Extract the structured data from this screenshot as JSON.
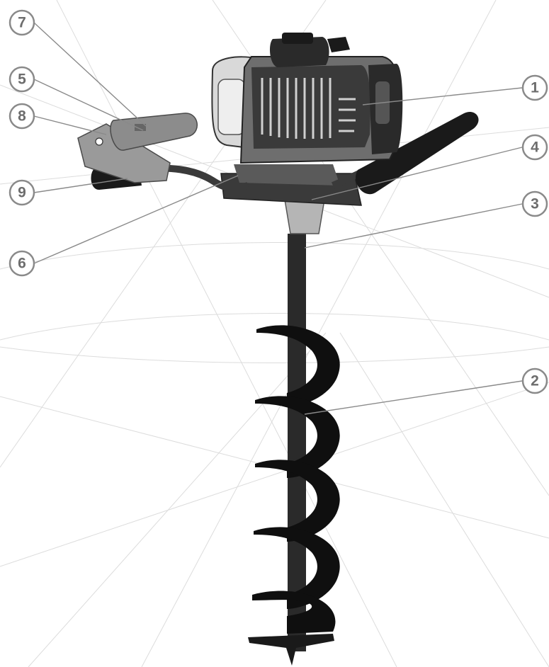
{
  "callouts": [
    {
      "id": "1",
      "label": "1"
    },
    {
      "id": "2",
      "label": "2"
    },
    {
      "id": "3",
      "label": "3"
    },
    {
      "id": "4",
      "label": "4"
    },
    {
      "id": "5",
      "label": "5"
    },
    {
      "id": "6",
      "label": "6"
    },
    {
      "id": "7",
      "label": "7"
    },
    {
      "id": "8",
      "label": "8"
    },
    {
      "id": "9",
      "label": "9"
    }
  ],
  "colors": {
    "engine_dark": "#3a3a3a",
    "engine_mid": "#6e6e6e",
    "engine_light": "#d9d9d9",
    "auger_black": "#111111",
    "grip_black": "#1a1a1a",
    "callout_grey": "#8a8a8a"
  }
}
